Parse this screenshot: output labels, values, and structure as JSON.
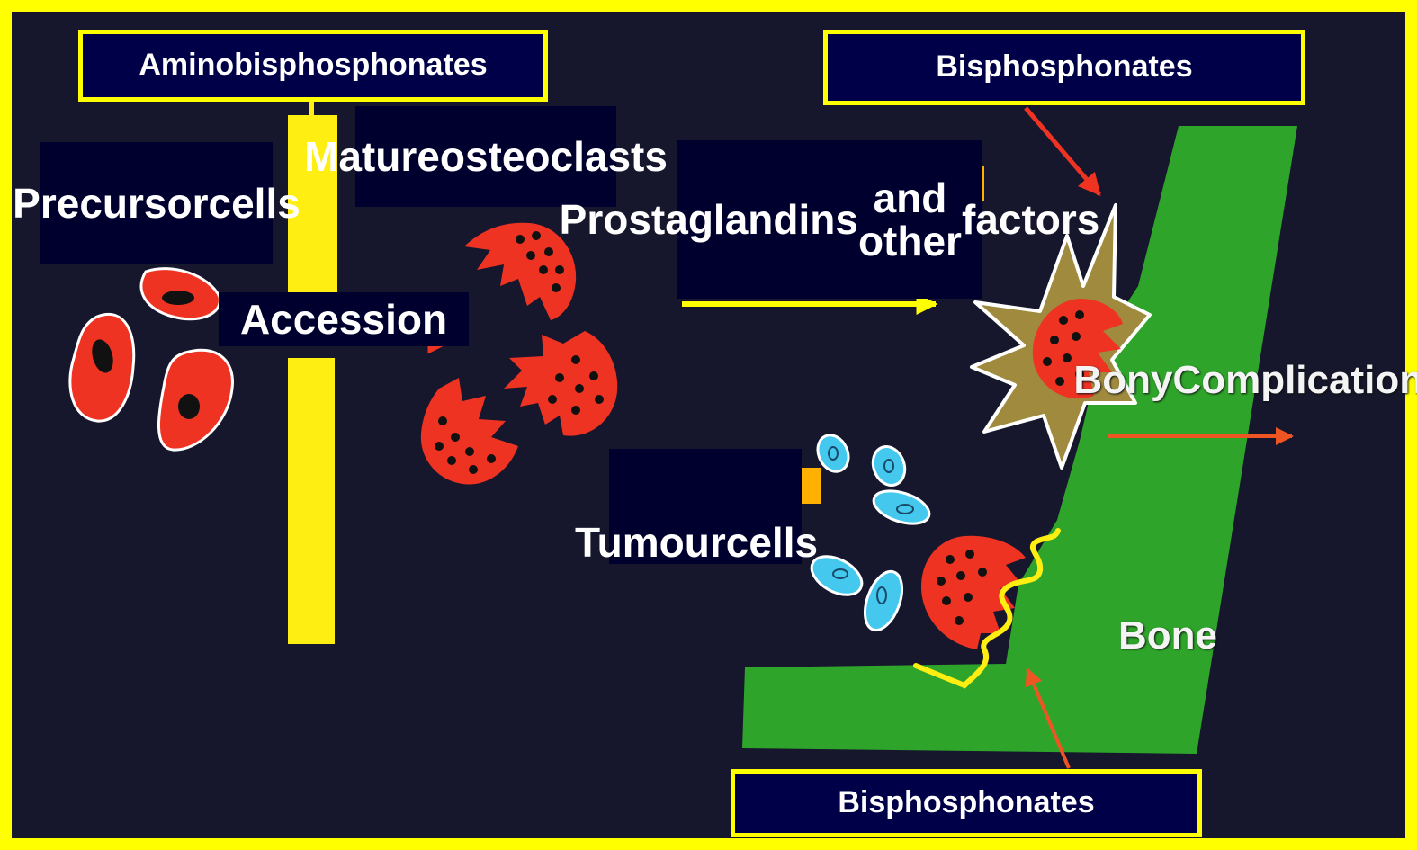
{
  "labels": {
    "aminobisphosphonates": "Aminobisphosphonates",
    "bisphosphonates_top": "Bisphosphonates",
    "bisphosphonates_bottom": "Bisphosphonates",
    "precursor_line1": "Precursor",
    "precursor_line2": "cells",
    "mature_line1": "Mature",
    "mature_line2": "osteoclasts",
    "accession": "Accession",
    "prostaglandins_line1": "Prostaglandins",
    "prostaglandins_line2": "and other",
    "prostaglandins_line3": "factors",
    "tumour_line1": "Tumour",
    "tumour_line2": "cells",
    "bony_line1": "Bony",
    "bony_line2": "Complications",
    "bone": "Bone"
  },
  "colors": {
    "background": "#16162c",
    "frame": "#ffff00",
    "label_box": "#000048",
    "bone": "#2ea52a",
    "osteoclast": "#ee3322",
    "tumour_cell": "#44c8ee",
    "stimulated_cell": "#a08a3e",
    "arrow": "#ee3322"
  }
}
